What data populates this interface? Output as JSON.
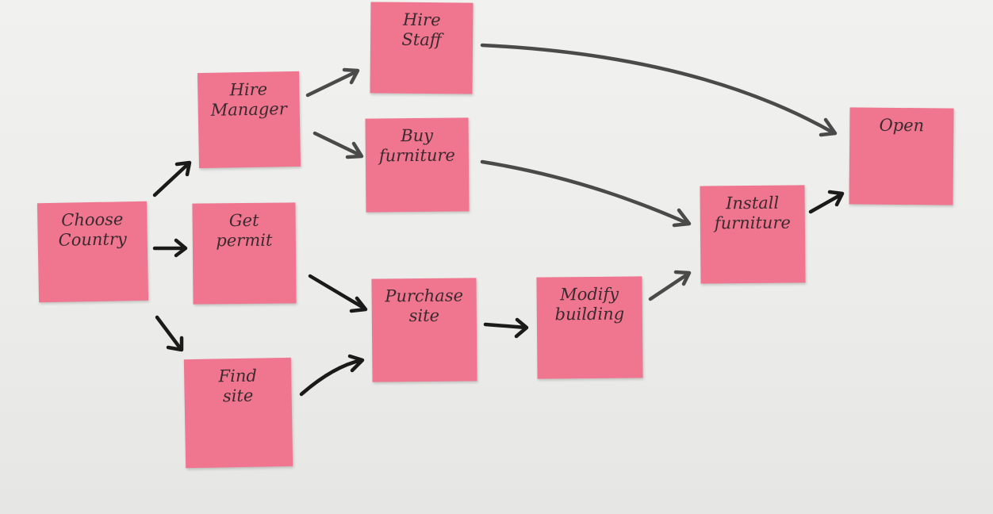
{
  "diagram": {
    "notes": [
      {
        "id": "choose-country",
        "lines": [
          "Choose",
          "Country"
        ]
      },
      {
        "id": "hire-manager",
        "lines": [
          "Hire",
          "Manager"
        ]
      },
      {
        "id": "get-permit",
        "lines": [
          "Get",
          "permit"
        ]
      },
      {
        "id": "find-site",
        "lines": [
          "Find",
          "site"
        ]
      },
      {
        "id": "hire-staff",
        "lines": [
          "Hire",
          "Staff"
        ]
      },
      {
        "id": "buy-furniture",
        "lines": [
          "Buy",
          "furniture"
        ]
      },
      {
        "id": "purchase-site",
        "lines": [
          "Purchase",
          "site"
        ]
      },
      {
        "id": "modify-building",
        "lines": [
          "Modify",
          "building"
        ]
      },
      {
        "id": "install-furniture",
        "lines": [
          "Install",
          "furniture"
        ]
      },
      {
        "id": "open",
        "lines": [
          "Open"
        ]
      }
    ],
    "edges": [
      {
        "from": "choose-country",
        "to": "hire-manager"
      },
      {
        "from": "choose-country",
        "to": "get-permit"
      },
      {
        "from": "choose-country",
        "to": "find-site"
      },
      {
        "from": "hire-manager",
        "to": "hire-staff"
      },
      {
        "from": "hire-manager",
        "to": "buy-furniture"
      },
      {
        "from": "get-permit",
        "to": "purchase-site"
      },
      {
        "from": "find-site",
        "to": "purchase-site"
      },
      {
        "from": "purchase-site",
        "to": "modify-building"
      },
      {
        "from": "modify-building",
        "to": "install-furniture"
      },
      {
        "from": "buy-furniture",
        "to": "install-furniture"
      },
      {
        "from": "hire-staff",
        "to": "open"
      },
      {
        "from": "install-furniture",
        "to": "open"
      }
    ],
    "colors": {
      "note": "#f0768f",
      "ink": "#1a1a1a",
      "ink_light": "#4a4a4a",
      "background": "#eeeeec"
    }
  }
}
